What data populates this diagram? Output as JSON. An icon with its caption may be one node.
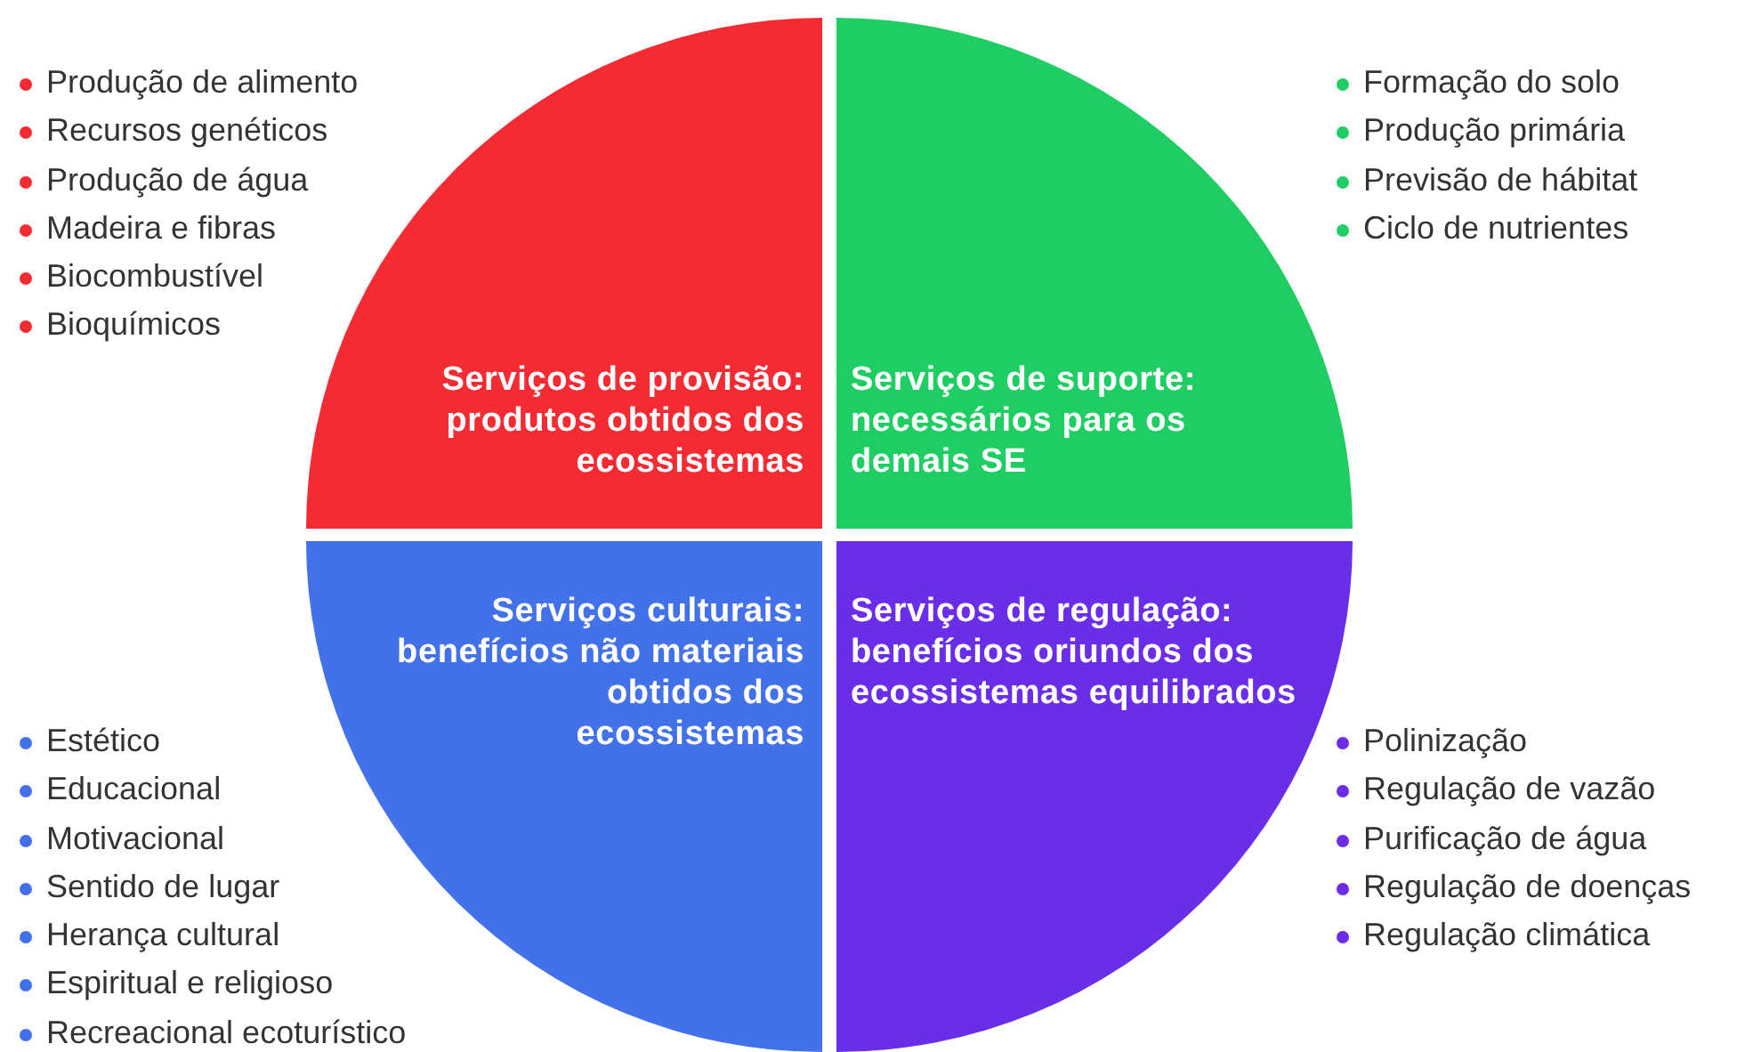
{
  "diagram": {
    "nodes": [
      {
        "text": [
          "Serviços de provisão:",
          "produtos obtidos dos ecossistemas"
        ],
        "beside": [
          "Produção de alimento",
          "Recursos genéticos",
          "Produção de água",
          "Madeira e fibras",
          "Biocombustível",
          "Bioquímicos"
        ]
      },
      {
        "text": [
          "Serviços de suporte:",
          "necessários para os demais SE"
        ],
        "beside": [
          "Formação do solo",
          "Produção primária",
          "Previsão de hábitat",
          "Ciclo de nutrientes"
        ]
      },
      {
        "text": [
          "Serviços culturais:",
          "benefícios não materiais obtidos dos ecossistemas"
        ],
        "beside": [
          "Estético",
          "Educacional",
          "Motivacional",
          "Sentido de lugar",
          "Herança cultural",
          "Espiritual e religioso",
          "Recreacional ecoturístico"
        ]
      },
      {
        "text": [
          "Serviços de regulação:",
          "benefícios oriundos dos ecossistemas equilibrados"
        ],
        "beside": [
          "Polinização",
          "Regulação de vazão",
          "Purificação de água",
          "Regulação de doenças",
          "Regulação climática"
        ]
      }
    ]
  }
}
